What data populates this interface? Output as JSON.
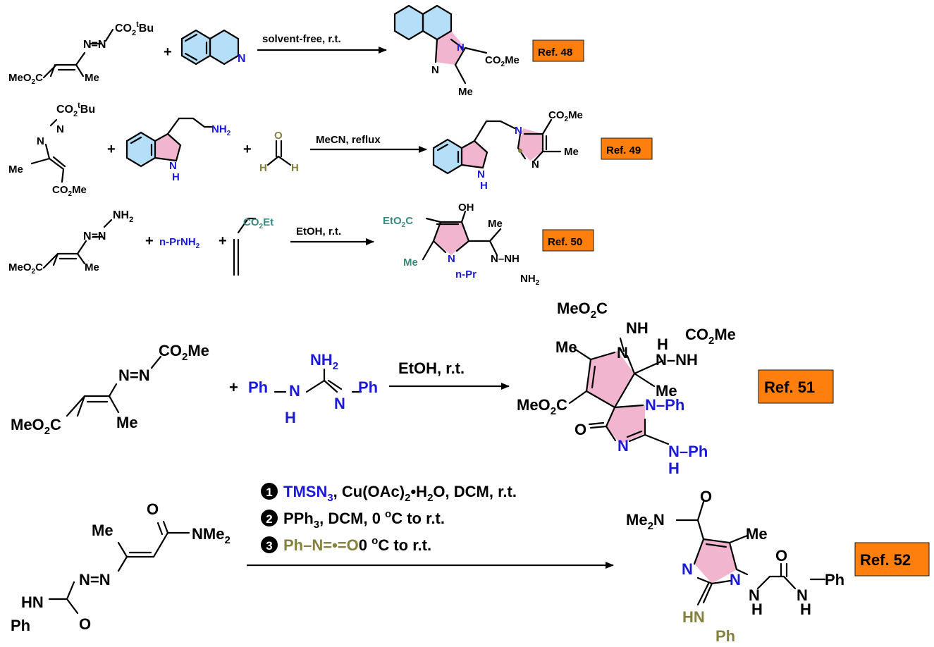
{
  "reactions": [
    {
      "reagent1": [
        "CO",
        "2",
        "t",
        "Bu",
        "N=N",
        "MeO",
        "2",
        "C",
        "Me"
      ],
      "reagent2_atoms": [
        "N"
      ],
      "condition": "solvent-free, r.t.",
      "product_atoms": [
        "N",
        "N",
        "CO",
        "2",
        "Me",
        "Me"
      ],
      "ref": "Ref. 48"
    },
    {
      "reagent1": [
        "CO",
        "2",
        "t",
        "Bu",
        "N",
        "N",
        "Me",
        "CO",
        "2",
        "Me"
      ],
      "reagent2_atoms": [
        "NH",
        "2",
        "N",
        "H"
      ],
      "reagent3_atoms": [
        "O",
        "H",
        "H"
      ],
      "condition": "MeCN, reflux",
      "product_atoms": [
        "N",
        "CO",
        "2",
        "Me",
        "N",
        "Me",
        "N",
        "H"
      ],
      "ref": "Ref. 49"
    },
    {
      "reagent1": [
        "NH",
        "2",
        "N",
        "N",
        "MeO",
        "2",
        "C",
        "Me"
      ],
      "reagent2": "n-PrNH",
      "reagent2_sub": "2",
      "reagent3_atoms": [
        "CO",
        "2",
        "Et"
      ],
      "condition": "EtOH, r.t.",
      "product_atoms": [
        "OH",
        "EtO",
        "2",
        "C",
        "Me",
        "Me",
        "N",
        "n-Pr",
        "N",
        "NH",
        "NH",
        "2"
      ],
      "ref": "Ref. 50"
    },
    {
      "reagent1": [
        "CO",
        "2",
        "Me",
        "N=N",
        "MeO",
        "2",
        "C",
        "Me"
      ],
      "reagent2_atoms": [
        "NH",
        "2",
        "Ph",
        "N",
        "H",
        "N",
        "Ph"
      ],
      "condition": "EtOH, r.t.",
      "product_atoms": [
        "MeO",
        "2",
        "C",
        "NH",
        "H",
        "CO",
        "2",
        "Me",
        "Me",
        "N",
        "N",
        "NH",
        "Me",
        "MeO",
        "2",
        "C",
        "N",
        "Ph",
        "O",
        "N",
        "N",
        "Ph",
        "H"
      ],
      "ref": "Ref. 51"
    },
    {
      "reagent1": [
        "O",
        "Me",
        "NMe",
        "2",
        "N=N",
        "HN",
        "Ph",
        "O"
      ],
      "steps": [
        {
          "num": "1",
          "parts": [
            {
              "t": "TMSN",
              "c": "blue"
            },
            {
              "t": "3",
              "c": "blue",
              "sub": true
            },
            {
              "t": ", Cu(OAc)",
              "c": "blk"
            },
            {
              "t": "2",
              "c": "blk",
              "sub": true
            },
            {
              "t": "•H",
              "c": "blk"
            },
            {
              "t": "2",
              "c": "blk",
              "sub": true
            },
            {
              "t": "O, DCM, r.t.",
              "c": "blk"
            }
          ]
        },
        {
          "num": "2",
          "parts": [
            {
              "t": "PPh",
              "c": "blk"
            },
            {
              "t": "3",
              "c": "blk",
              "sub": true
            },
            {
              "t": ", DCM, 0 ",
              "c": "blk"
            },
            {
              "t": "o",
              "c": "blk",
              "sup": true
            },
            {
              "t": "C to r.t.",
              "c": "blk"
            }
          ]
        },
        {
          "num": "3",
          "parts": [
            {
              "t": "Ph",
              "c": "olive"
            },
            {
              "t": "N",
              "c": "olive"
            },
            {
              "t": "O",
              "c": "olive"
            },
            {
              "t": "0 ",
              "c": "blk"
            },
            {
              "t": "o",
              "c": "blk",
              "sup": true
            },
            {
              "t": "C to r.t.",
              "c": "blk"
            }
          ]
        }
      ],
      "product_atoms": [
        "O",
        "Me",
        "2",
        "N",
        "Me",
        "O",
        "N",
        "N",
        "N",
        "Ph",
        "N",
        "H",
        "H",
        "HN",
        "Ph"
      ],
      "ref": "Ref. 52"
    }
  ],
  "plus": "+",
  "colors": {
    "ref_box": "#ff7f0e",
    "blue": "#1a1ad8",
    "teal": "#3a8a7f",
    "olive": "#86813d",
    "pink": "#f0a8c8",
    "lightblue": "#a8d8f8"
  }
}
